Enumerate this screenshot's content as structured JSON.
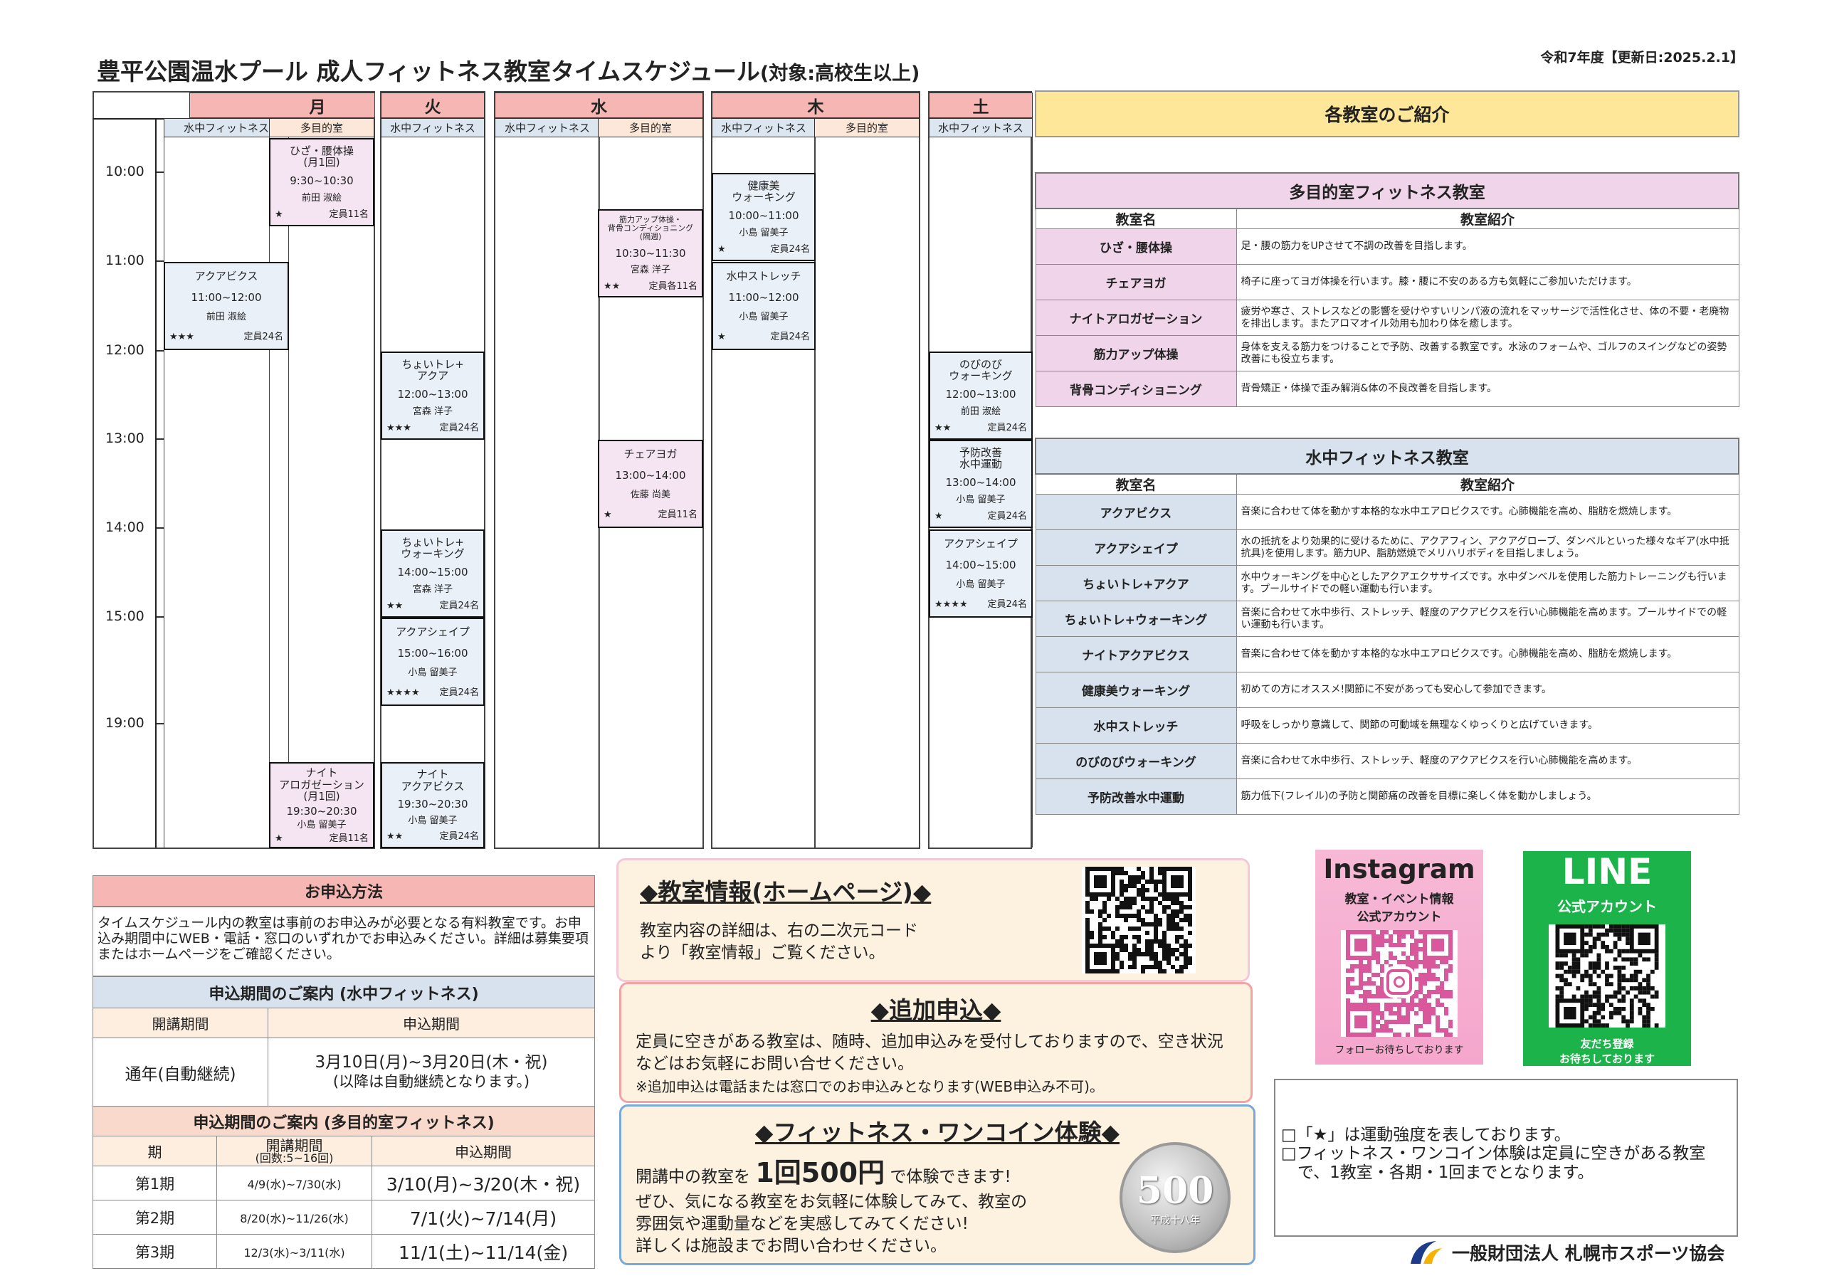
{
  "header": {
    "title": "豊平公園温水プール  成人フィットネス教室タイムスケジュール",
    "title_sub": "(対象:高校生以上)",
    "updated": "令和7年度【更新日:2025.2.1】"
  },
  "schedule": {
    "days": [
      "月",
      "火",
      "水",
      "木",
      "土"
    ],
    "columns": [
      "水中フィットネス",
      "多目的室",
      "水中フィットネス",
      "水中フィットネス",
      "多目的室",
      "水中フィットネス",
      "多目的室",
      "水中フィットネス"
    ],
    "times": [
      "10:00",
      "11:00",
      "12:00",
      "13:00",
      "14:00",
      "15:00",
      "19:00"
    ],
    "classes": [
      {
        "name": "ひざ・腰体操\n(月1回)",
        "time": "9:30~10:30",
        "instructor": "前田 淑絵",
        "stars": "★",
        "cap": "定員11名"
      },
      {
        "name": "アクアビクス",
        "time": "11:00~12:00",
        "instructor": "前田 淑絵",
        "stars": "★★★",
        "cap": "定員24名"
      },
      {
        "name": "ナイト\nアロガゼーション\n(月1回)",
        "time": "19:30~20:30",
        "instructor": "小島 留美子",
        "stars": "★",
        "cap": "定員11名"
      },
      {
        "name": "ちょいトレ+\nアクア",
        "time": "12:00~13:00",
        "instructor": "宮森 洋子",
        "stars": "★★★",
        "cap": "定員24名"
      },
      {
        "name": "ちょいトレ+\nウォーキング",
        "time": "14:00~15:00",
        "instructor": "宮森 洋子",
        "stars": "★★",
        "cap": "定員24名"
      },
      {
        "name": "アクアシェイプ",
        "time": "15:00~16:00",
        "instructor": "小島 留美子",
        "stars": "★★★★",
        "cap": "定員24名"
      },
      {
        "name": "ナイト\nアクアビクス",
        "time": "19:30~20:30",
        "instructor": "小島 留美子",
        "stars": "★★",
        "cap": "定員24名"
      },
      {
        "name": "筋力アップ体操・\n背骨コンディショニング\n(隔週)",
        "time": "10:30~11:30",
        "instructor": "宮森 洋子",
        "stars": "★★",
        "cap": "定員各11名"
      },
      {
        "name": "チェアヨガ",
        "time": "13:00~14:00",
        "instructor": "佐藤 尚美",
        "stars": "★",
        "cap": "定員11名"
      },
      {
        "name": "健康美\nウォーキング",
        "time": "10:00~11:00",
        "instructor": "小島 留美子",
        "stars": "★",
        "cap": "定員24名"
      },
      {
        "name": "水中ストレッチ",
        "time": "11:00~12:00",
        "instructor": "小島 留美子",
        "stars": "★",
        "cap": "定員24名"
      },
      {
        "name": "のびのび\nウォーキング",
        "time": "12:00~13:00",
        "instructor": "前田 淑絵",
        "stars": "★★",
        "cap": "定員24名"
      },
      {
        "name": "予防改善\n水中運動",
        "time": "13:00~14:00",
        "instructor": "小島 留美子",
        "stars": "★",
        "cap": "定員24名"
      },
      {
        "name": "アクアシェイプ",
        "time": "14:00~15:00",
        "instructor": "小島 留美子",
        "stars": "★★★★",
        "cap": "定員24名"
      }
    ]
  },
  "intro": {
    "title": "各教室のご紹介",
    "col_name": "教室名",
    "col_desc": "教室紹介",
    "multi_title": "多目的室フィットネス教室",
    "multi": [
      {
        "name": "ひざ・腰体操",
        "desc": "足・腰の筋力をUPさせて不調の改善を目指します。"
      },
      {
        "name": "チェアヨガ",
        "desc": "椅子に座ってヨガ体操を行います。膝・腰に不安のある方も気軽にご参加いただけます。"
      },
      {
        "name": "ナイトアロガゼーション",
        "desc": "疲労や寒さ、ストレスなどの影響を受けやすいリンパ液の流れをマッサージで活性化させ、体の不要・老廃物を排出します。またアロマオイル効用も加わり体を癒します。"
      },
      {
        "name": "筋力アップ体操",
        "desc": "身体を支える筋力をつけることで予防、改善する教室です。水泳のフォームや、ゴルフのスイングなどの姿勢改善にも役立ちます。"
      },
      {
        "name": "背骨コンディショニング",
        "desc": "背骨矯正・体操で歪み解消&体の不良改善を目指します。"
      }
    ],
    "water_title": "水中フィットネス教室",
    "water": [
      {
        "name": "アクアビクス",
        "desc": "音楽に合わせて体を動かす本格的な水中エアロビクスです。心肺機能を高め、脂肪を燃焼します。"
      },
      {
        "name": "アクアシェイプ",
        "desc": "水の抵抗をより効果的に受けるために、アクアフィン、アクアグローブ、ダンベルといった様々なギア(水中抵抗具)を使用します。筋力UP、脂肪燃焼でメリハリボディを目指しましょう。"
      },
      {
        "name": "ちょいトレ+アクア",
        "desc": "水中ウォーキングを中心としたアクアエクササイズです。水中ダンベルを使用した筋力トレーニングも行います。プールサイドでの軽い運動も行います。"
      },
      {
        "name": "ちょいトレ+ウォーキング",
        "desc": "音楽に合わせて水中歩行、ストレッチ、軽度のアクアビクスを行い心肺機能を高めます。プールサイドでの軽い運動も行います。"
      },
      {
        "name": "ナイトアクアビクス",
        "desc": "音楽に合わせて体を動かす本格的な水中エアロビクスです。心肺機能を高め、脂肪を燃焼します。"
      },
      {
        "name": "健康美ウォーキング",
        "desc": "初めての方にオススメ!関節に不安があっても安心して参加できます。"
      },
      {
        "name": "水中ストレッチ",
        "desc": "呼吸をしっかり意識して、関節の可動域を無理なくゆっくりと広げていきます。"
      },
      {
        "name": "のびのびウォーキング",
        "desc": "音楽に合わせて水中歩行、ストレッチ、軽度のアクアビクスを行い心肺機能を高めます。"
      },
      {
        "name": "予防改善水中運動",
        "desc": "筋力低下(フレイル)の予防と関節痛の改善を目標に楽しく体を動かしましょう。"
      }
    ]
  },
  "apply": {
    "title": "お申込方法",
    "text": "タイムスケジュール内の教室は事前のお申込みが必要となる有料教室です。お申込み期間中にWEB・電話・窓口のいずれかでお申込みください。詳細は募集要項またはホームページをご確認ください。",
    "water_title": "申込期間のご案内 (水中フィットネス)",
    "col_course": "開講期間",
    "col_apply": "申込期間",
    "water_course": "通年(自動継続)",
    "water_apply": "3月10日(月)~3月20日(木・祝)",
    "water_note": "(以降は自動継続となります。)",
    "multi_title": "申込期間のご案内 (多目的室フィットネス)",
    "col_term": "期",
    "col_course2": "開講期間",
    "col_course2_note": "(回数:5~16回)",
    "col_apply2": "申込期間",
    "terms": [
      {
        "term": "第1期",
        "course": "4/9(水)~7/30(水)",
        "apply": "3/10(月)~3/20(木・祝)"
      },
      {
        "term": "第2期",
        "course": "8/20(水)~11/26(水)",
        "apply": "7/1(火)~7/14(月)"
      },
      {
        "term": "第3期",
        "course": "12/3(水)~3/11(水)",
        "apply": "11/1(土)~11/14(金)"
      }
    ]
  },
  "hp": {
    "title": "◆教室情報(ホームページ)◆",
    "text1": "教室内容の詳細は、右の二次元コード",
    "text2": "より「教室情報」ご覧ください。"
  },
  "add": {
    "title": "◆追加申込◆",
    "text": "定員に空きがある教室は、随時、追加申込みを受付しておりますので、空き状況などはお気軽にお問い合せください。",
    "note": "※追加申込は電話または窓口でのお申込みとなります(WEB申込み不可)。"
  },
  "coin": {
    "title": "◆フィットネス・ワンコイン体験◆",
    "text_a": "開講中の教室を",
    "text_big": "1回500円",
    "text_b": "で体験できます!",
    "text2": "ぜひ、気になる教室をお気軽に体験してみて、教室の",
    "text3": "雰囲気や運動量などを実感してみてください!",
    "text4": "詳しくは施設までお問い合わせください。",
    "coin_value": "500",
    "coin_era": "平成十八年"
  },
  "instagram": {
    "title": "Instagram",
    "l1": "教室・イベント情報",
    "l2": "公式アカウント",
    "foot": "フォローお待ちしております"
  },
  "line": {
    "title": "LINE",
    "l1": "公式アカウント",
    "foot1": "友だち登録",
    "foot2": "お待ちしております"
  },
  "notes": [
    "□「★」は運動強度を表しております。",
    "□フィットネス・ワンコイン体験は定員に空きがある教室",
    "　で、1教室・各期・1回までとなります。"
  ],
  "org": "一般財団法人 札幌市スポーツ協会",
  "colors": {
    "day": "#f6b6b3",
    "water": "#dce6f1",
    "multi": "#fde7d8",
    "intro": "#ffe79a"
  }
}
